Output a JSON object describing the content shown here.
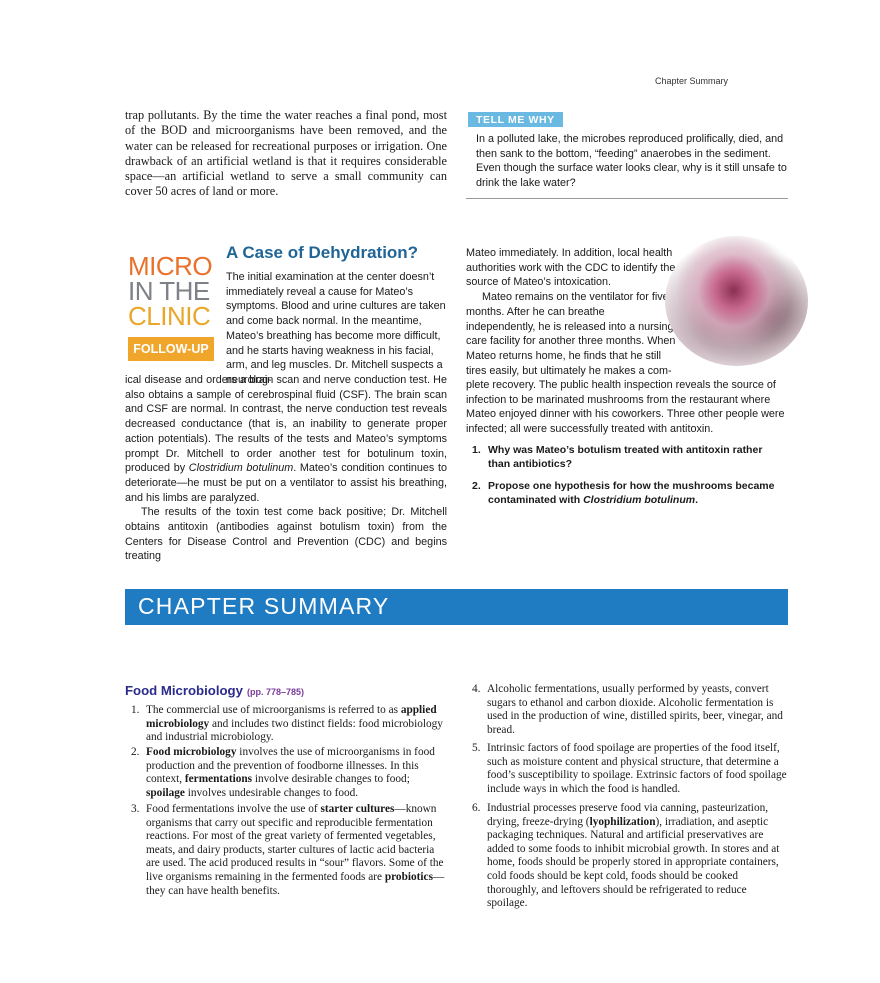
{
  "running_head": "Chapter Summary",
  "wetland_paragraph": "trap pollutants. By the time the water reaches a final pond, most of the BOD and microorganisms have been removed, and the water can be released for recreational purposes or irrigation. One drawback of an artificial wetland is that it requires considerable space—an artificial wetland to serve a small community can cover 50 acres of land or more.",
  "tell_me_why": {
    "label": "TELL ME WHY",
    "text": "In a polluted lake, the microbes reproduced prolifically, died, and then sank to the bottom, “feeding” anaerobes in the sediment. Even though the surface water looks clear, why is it still unsafe to drink the lake water?"
  },
  "micro_logo": {
    "line1": "MICRO",
    "line2": "IN THE",
    "line3": "CLINIC",
    "follow_up": "FOLLOW-UP",
    "colors": {
      "line1": "#e8712b",
      "line2": "#7e8187",
      "line3": "#e8a62b",
      "follow_up_bg": "#f0a52b"
    }
  },
  "case": {
    "title": "A Case of Dehydration?",
    "left_top": "The initial examination at the center doesn’t immediately reveal a cause for Mateo’s symptoms. Blood and urine cultures are taken and come back normal. In the meantime, Mateo’s breathing has become more difficult, and he starts having weakness in his facial, arm, and leg muscles. Dr. Mitchell suspects a neurolog-",
    "left_full_1a": "ical disease and orders a brain scan and nerve conduction test. He also obtains a sample of cerebrospinal fluid (CSF). The brain scan and CSF are normal. In contrast, the nerve conduction test reveals decreased conductance (that is, an inability to generate proper action potentials). The results of the tests and Mateo’s symptoms prompt Dr. Mitchell to order another test for botulinum toxin, produced by ",
    "left_full_1_italic": "Clostridium botulinum",
    "left_full_1b": ". Mateo’s condition continues to deteriorate—he must be put on a ventilator to assist his breathing, and his limbs are paralyzed.",
    "left_full_2": "The results of the toxin test come back positive; Dr. Mitchell obtains antitoxin (antibodies against botulism toxin) from the Centers for Disease Control and Prevention (CDC) and begins treating",
    "right_narrow_1": "Mateo immediately. In addition, local health authorities work with the CDC to identify the source of Mateo’s intoxication.",
    "right_narrow_2": "Mateo remains on the ventilator for five months. After he can breathe independently, he is released into a nursing care facility for another three months. When Mateo returns home, he finds that he still tires easily, but ultimately he makes a com-",
    "right_full": "plete recovery. The public health inspection reveals the source of infection to be marinated mushrooms from the restaurant where Mateo enjoyed dinner with his coworkers. Three other people were infected; all were successfully treated with antitoxin.",
    "questions": [
      {
        "num": "1.",
        "text": "Why was Mateo’s botulism treated with antitoxin rather than antibiotics?"
      },
      {
        "num": "2.",
        "text_a": "Propose one hypothesis for how the mushrooms became contaminated with ",
        "italic": "Clostridium botulinum",
        "text_b": "."
      }
    ]
  },
  "chapter_summary": {
    "title": "CHAPTER SUMMARY",
    "bar_color": "#1f7bc2",
    "section_title": "Food Microbiology",
    "section_pages": "(pp. 778–785)",
    "items": [
      {
        "num": "1.",
        "parts": [
          {
            "t": "The commercial use of microorganisms is referred to as "
          },
          {
            "t": "applied microbiology",
            "b": true
          },
          {
            "t": " and includes two distinct fields: food microbiology and industrial microbiology."
          }
        ]
      },
      {
        "num": "2.",
        "parts": [
          {
            "t": "Food microbiology",
            "b": true
          },
          {
            "t": " involves the use of microorganisms in food production and the prevention of foodborne illnesses. In this context, "
          },
          {
            "t": "fermentations",
            "b": true
          },
          {
            "t": " involve desirable changes to food; "
          },
          {
            "t": "spoilage",
            "b": true
          },
          {
            "t": " involves undesirable changes to food."
          }
        ]
      },
      {
        "num": "3.",
        "parts": [
          {
            "t": "Food fermentations involve the use of "
          },
          {
            "t": "starter cultures",
            "b": true
          },
          {
            "t": "—known organisms that carry out specific and reproducible fermentation reactions. For most of the great variety of fermented vegetables, meats, and dairy products, starter cultures of lactic acid bacteria are used. The acid produced results in “sour” flavors. Some of the live organisms remaining in the fermented foods are "
          },
          {
            "t": "probiotics",
            "b": true
          },
          {
            "t": "—they can have health benefits."
          }
        ]
      },
      {
        "num": "4.",
        "parts": [
          {
            "t": "Alcoholic fermentations, usually performed by yeasts, convert sugars to ethanol and carbon dioxide. Alcoholic fermentation is used in the production of wine, distilled spirits, beer, vinegar, and bread."
          }
        ]
      },
      {
        "num": "5.",
        "parts": [
          {
            "t": "Intrinsic factors of food spoilage are properties of the food itself, such as moisture content and physical structure, that determine a food’s susceptibility to spoilage. Extrinsic factors of food spoilage include ways in which the food is handled."
          }
        ]
      },
      {
        "num": "6.",
        "parts": [
          {
            "t": "Industrial processes preserve food via canning, pasteurization, drying, freeze-drying ("
          },
          {
            "t": "lyophilization",
            "b": true
          },
          {
            "t": "), irradiation, and aseptic packaging techniques. Natural and artificial preservatives are added to some foods to inhibit microbial growth. In stores and at home, foods should be properly stored in appropriate containers, cold foods should be kept cold, foods should be cooked thoroughly, and leftovers should be refrigerated to reduce spoilage."
          }
        ]
      }
    ]
  }
}
